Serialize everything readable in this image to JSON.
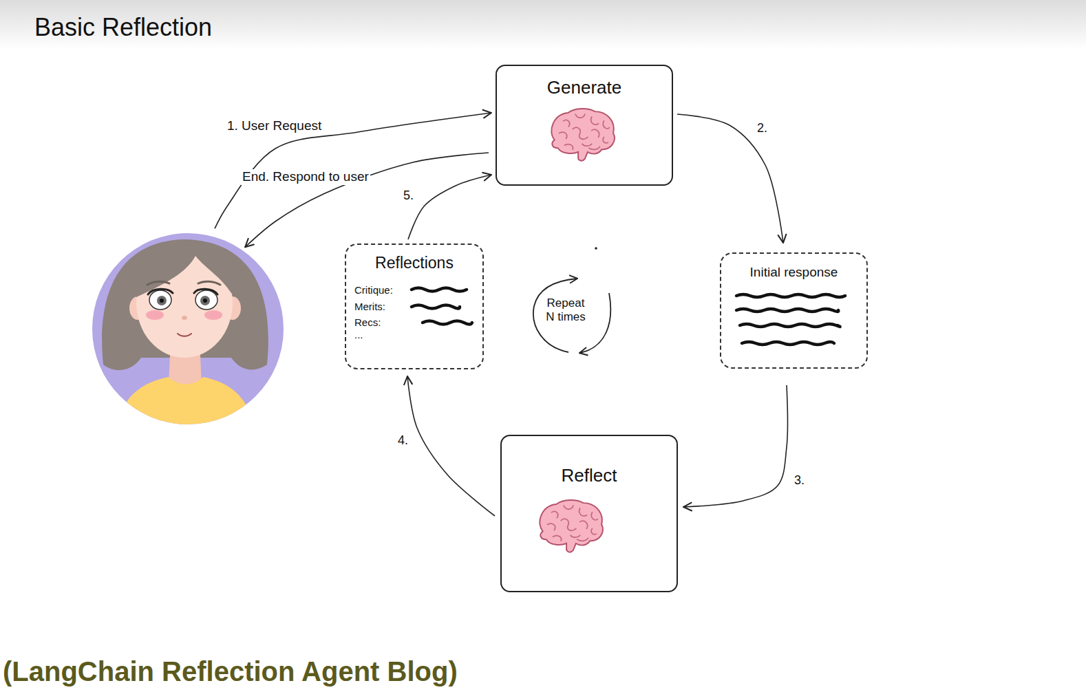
{
  "diagram": {
    "title": "Basic Reflection",
    "caption": "(LangChain Reflection Agent Blog)",
    "nodes": [
      {
        "text": [
          "Generate"
        ]
      },
      {
        "text": []
      },
      {
        "text": [
          "Reflections",
          "Critique:",
          "Merits:",
          "Recs:",
          "..."
        ]
      },
      {
        "text": [
          "Initial response"
        ]
      },
      {
        "text": [
          "Reflect"
        ]
      }
    ],
    "edges": [
      {
        "from": 1,
        "to": 0,
        "arrow": "to",
        "label": "1. User Request"
      },
      {
        "from": 0,
        "to": 3,
        "arrow": "to",
        "label": "2."
      },
      {
        "from": 3,
        "to": 4,
        "arrow": "to",
        "label": "3."
      },
      {
        "from": 4,
        "to": 2,
        "arrow": "to",
        "label": "4."
      },
      {
        "from": 2,
        "to": 0,
        "arrow": "to",
        "label": "5."
      },
      {
        "from": 0,
        "to": 1,
        "arrow": "to",
        "label": "End. Respond to user"
      }
    ],
    "labels": [
      "Repeat N times"
    ]
  }
}
